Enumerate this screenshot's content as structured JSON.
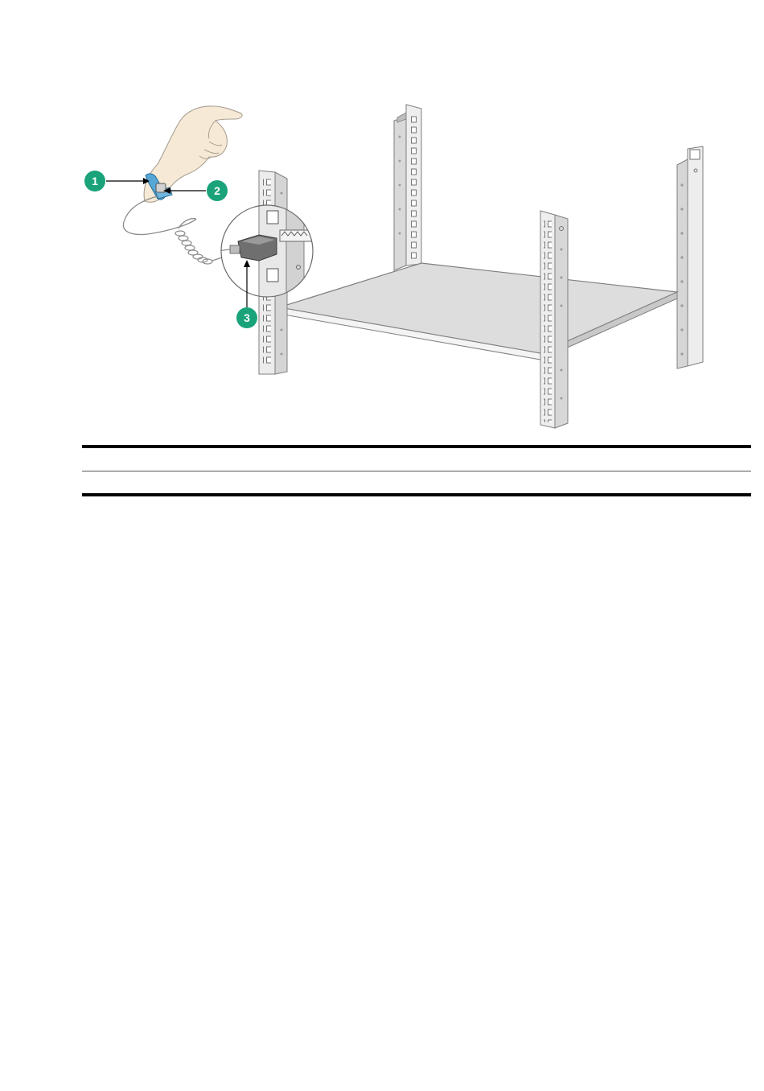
{
  "figure": {
    "callouts": [
      {
        "id": "1",
        "label": "1"
      },
      {
        "id": "2",
        "label": "2"
      },
      {
        "id": "3",
        "label": "3"
      }
    ],
    "colors": {
      "callout_fill": "#1aa37a",
      "wrist_strap": "#57a7d6",
      "rack_metal": "#e6e6e6",
      "rack_outline": "#7f7f7f",
      "shelf": "#dcdcdc",
      "plug": "#6f6f6f",
      "skin": "#f6ead6"
    },
    "icons": [
      "hand",
      "esd-wrist-strap",
      "coiled-ground-cable",
      "grounding-plug",
      "rack-post",
      "rack-shelf",
      "zoom-detail-circle"
    ]
  },
  "legend_table": {
    "rows": [
      {
        "cells": []
      },
      {
        "cells": []
      }
    ]
  }
}
